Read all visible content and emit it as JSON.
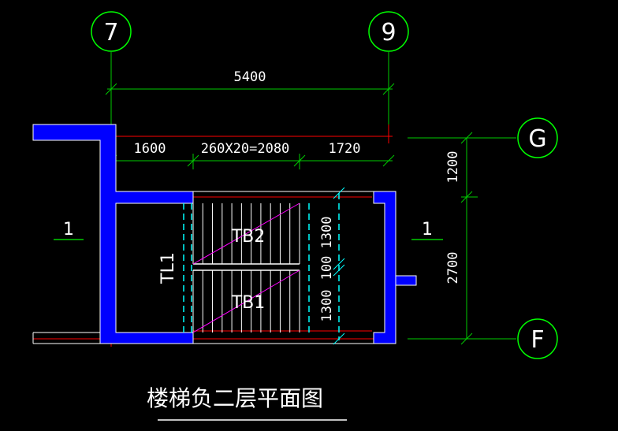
{
  "axes": {
    "col_left": "7",
    "col_right": "9",
    "row_top": "G",
    "row_bottom": "F"
  },
  "dims": {
    "overall": "5400",
    "left_landing": "1600",
    "steps": "260X20=2080",
    "right_landing": "1720",
    "upper": "1200",
    "lower": "2700",
    "run_top": "1300",
    "mid": "100",
    "run_bottom": "1300"
  },
  "labels": {
    "section_left": "1",
    "section_right": "1",
    "flight_upper": "TB2",
    "flight_lower": "TB1",
    "beam": "TL1"
  },
  "title": "楼梯负二层平面图",
  "colors": {
    "wall": "#0000ff",
    "axis_circle": "#00ff00",
    "dim_line": "#00cc00",
    "red_line": "#ff0000",
    "cyan": "#00ffff",
    "magenta": "#ff00ff",
    "tread": "#ffffff",
    "background": "#000000"
  }
}
